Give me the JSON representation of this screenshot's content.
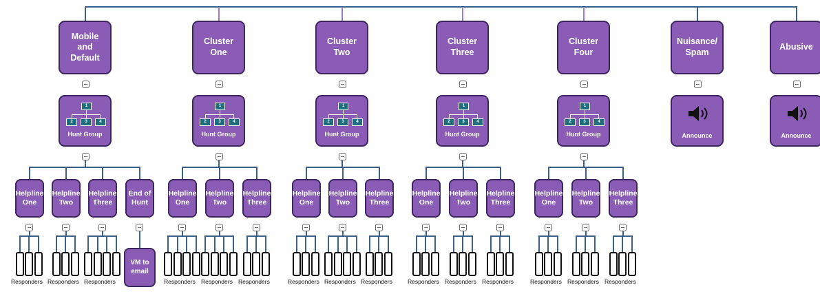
{
  "colors": {
    "node_fill": "#8a5cb6",
    "node_border": "#3d2560",
    "connector": "#3b5f86",
    "mini_box": "#1e6e80"
  },
  "icons": {
    "collapse": "minus-box-icon",
    "speaker": "speaker-icon",
    "phone": "phone-icon",
    "hunt_group": "hunt-group-diagram-icon"
  },
  "columns": [
    {
      "title": "Mobile\nand\nDefault",
      "action": "Hunt Group",
      "mini": [
        "1",
        "2",
        "3",
        "4"
      ],
      "helplines": [
        "Helpline\nOne",
        "Helpline\nTwo",
        "Helpline\nThree",
        "End of\nHunt"
      ],
      "phones": [
        3,
        3,
        4
      ],
      "responders": [
        "Responders",
        "Responders",
        "Responders"
      ],
      "vm": "VM to\nemail"
    },
    {
      "title": "Cluster\nOne",
      "action": "Hunt Group",
      "mini": [
        "1",
        "2",
        "3",
        "4"
      ],
      "helplines": [
        "Helpline\nOne",
        "Helpline\nTwo",
        "Helpline\nThree"
      ],
      "phones": [
        4,
        4,
        3
      ],
      "responders": [
        "Responders",
        "Responders",
        "Responders"
      ]
    },
    {
      "title": "Cluster\nTwo",
      "action": "Hunt Group",
      "mini": [
        "1",
        "2",
        "3",
        "4"
      ],
      "helplines": [
        "Helpline\nOne",
        "Helpline\nTwo",
        "Helpline\nThree"
      ],
      "phones": [
        3,
        4,
        3
      ],
      "responders": [
        "Responders",
        "Responders",
        "Responders"
      ]
    },
    {
      "title": "Cluster\nThree",
      "action": "Hunt Group",
      "mini": [
        "1",
        "2",
        "3",
        "4"
      ],
      "helplines": [
        "Helpline\nOne",
        "Helpline\nTwo",
        "Helpline\nThree"
      ],
      "phones": [
        3,
        3,
        3
      ],
      "responders": [
        "Responders",
        "Responders",
        "Responders"
      ]
    },
    {
      "title": "Cluster\nFour",
      "action": "Hunt Group",
      "mini": [
        "1",
        "2",
        "3",
        "4"
      ],
      "helplines": [
        "Helpline\nOne",
        "Helpline\nTwo",
        "Helpline\nThree"
      ],
      "phones": [
        3,
        3,
        3
      ],
      "responders": [
        "Responders",
        "Responders",
        "Responders"
      ]
    },
    {
      "title": "Nuisance/\nSpam",
      "action": "Announce"
    },
    {
      "title": "Abusive",
      "action": "Announce"
    }
  ]
}
